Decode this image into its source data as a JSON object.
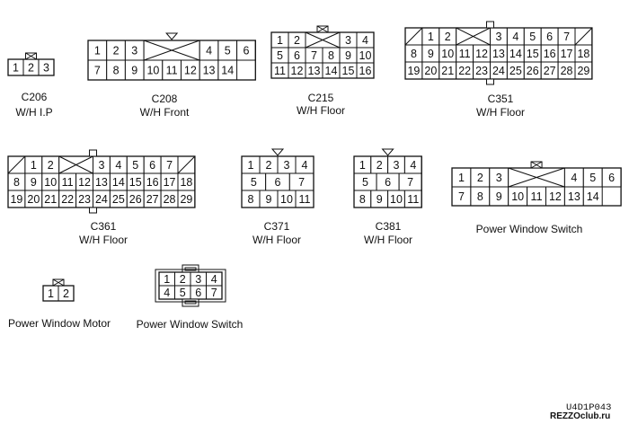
{
  "figure_code": "U4D1P043",
  "watermark": "REZZOclub.ru",
  "connectors": [
    {
      "id": "c206",
      "name": "C206",
      "location": "W/H I.P",
      "latch": "box",
      "rows": [
        [
          "1",
          "2",
          "3"
        ]
      ]
    },
    {
      "id": "c208",
      "name": "C208",
      "location": "W/H Front",
      "latch": "triangle",
      "rows": [
        [
          "1",
          "2",
          "3",
          "X",
          "4",
          "5",
          "6"
        ],
        [
          "7",
          "8",
          "9",
          "10",
          "11",
          "12",
          "13",
          "14"
        ]
      ]
    },
    {
      "id": "c215",
      "name": "C215",
      "location": "W/H Floor",
      "latch": "box",
      "rows": [
        [
          "1",
          "2",
          "X",
          "3",
          "4"
        ],
        [
          "5",
          "6",
          "7",
          "8",
          "9",
          "10"
        ],
        [
          "11",
          "12",
          "13",
          "14",
          "15",
          "16"
        ]
      ]
    },
    {
      "id": "c351",
      "name": "C351",
      "location": "W/H Floor",
      "latch": "tab",
      "rows": [
        [
          "/",
          "1",
          "2",
          "X",
          "3",
          "4",
          "5",
          "6",
          "7",
          "/"
        ],
        [
          "8",
          "9",
          "10",
          "11",
          "12",
          "13",
          "14",
          "15",
          "16",
          "17",
          "18"
        ],
        [
          "19",
          "20",
          "21",
          "22",
          "23",
          "24",
          "25",
          "26",
          "27",
          "28",
          "29"
        ]
      ]
    },
    {
      "id": "c361",
      "name": "C361",
      "location": "W/H Floor",
      "latch": "tab",
      "rows": [
        [
          "/",
          "1",
          "2",
          "X",
          "3",
          "4",
          "5",
          "6",
          "7",
          "/"
        ],
        [
          "8",
          "9",
          "10",
          "11",
          "12",
          "13",
          "14",
          "15",
          "16",
          "17",
          "18"
        ],
        [
          "19",
          "20",
          "21",
          "22",
          "23",
          "24",
          "25",
          "26",
          "27",
          "28",
          "29"
        ]
      ]
    },
    {
      "id": "c371",
      "name": "C371",
      "location": "W/H Floor",
      "latch": "triangle",
      "rows": [
        [
          "1",
          "2",
          "3",
          "4"
        ],
        [
          "5",
          "6",
          "7"
        ],
        [
          "8",
          "9",
          "10",
          "11"
        ]
      ]
    },
    {
      "id": "c381",
      "name": "C381",
      "location": "W/H Floor",
      "latch": "triangle",
      "rows": [
        [
          "1",
          "2",
          "3",
          "4"
        ],
        [
          "5",
          "6",
          "7"
        ],
        [
          "8",
          "9",
          "10",
          "11"
        ]
      ]
    },
    {
      "id": "pws-large",
      "name": "Power Window Switch",
      "location": "",
      "latch": "box",
      "rows": [
        [
          "1",
          "2",
          "3",
          "X",
          "4",
          "5",
          "6"
        ],
        [
          "7",
          "8",
          "9",
          "10",
          "11",
          "12",
          "13",
          "14"
        ]
      ]
    },
    {
      "id": "pwm",
      "name": "Power Window Motor",
      "location": "",
      "latch": "box",
      "rows": [
        [
          "1",
          "2"
        ]
      ]
    },
    {
      "id": "pws-small",
      "name": "Power Window Switch",
      "location": "",
      "latch": "double",
      "rows": [
        [
          "1",
          "2",
          "3",
          "4"
        ],
        [
          "4",
          "5",
          "6",
          "7"
        ]
      ]
    }
  ]
}
